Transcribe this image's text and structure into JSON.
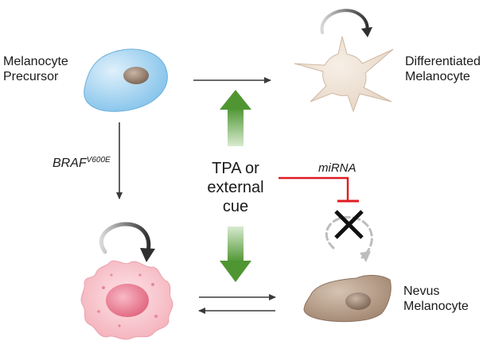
{
  "labels": {
    "melanocyte_precursor": [
      "Melanocyte",
      "Precursor"
    ],
    "differentiated_melanocyte": [
      "Differentiated",
      "Melanocyte"
    ],
    "nevus_melanocyte": [
      "Nevus",
      "Melanocyte"
    ],
    "braf_base": "BRAF",
    "braf_super": "V600E",
    "tpa_cue": [
      "TPA or",
      "external",
      "cue"
    ],
    "mirna": "miRNA"
  },
  "colors": {
    "precursor_cell": "#8ec9ec",
    "differentiated_cell": "#eee0d2",
    "proliferating_cell": "#f6b7bf",
    "proliferating_nucleus": "#e56f85",
    "nevus_cell": "#b49a85",
    "nucleus": "#8f7868",
    "green_arrow": "#5a9a3a",
    "inhibition": "#e01b22",
    "arrow_dark": "#3a3a3a"
  }
}
